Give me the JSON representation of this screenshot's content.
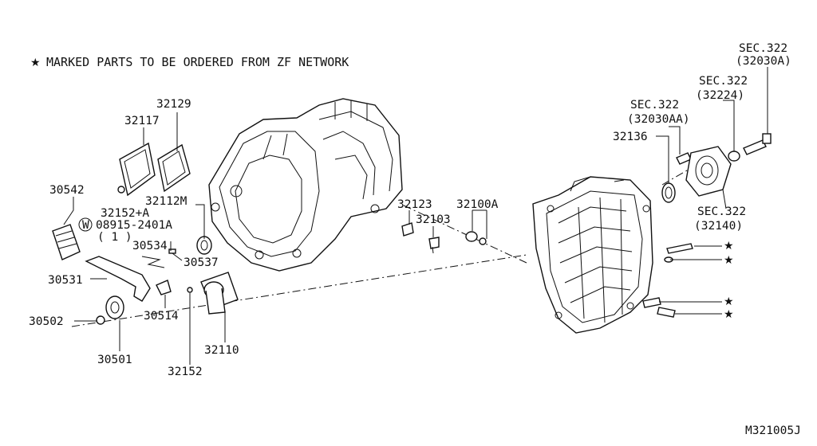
{
  "note": {
    "star": "★",
    "text": "MARKED PARTS TO BE ORDERED FROM ZF NETWORK"
  },
  "figure_id": "M321005J",
  "labels": {
    "p32129": "32129",
    "p32117": "32117",
    "p30542": "30542",
    "p32112m": "32112M",
    "p32152a": "32152+A",
    "w_circle": "W",
    "p08915": "08915-2401A",
    "qty": "( 1 )",
    "p30534": "30534",
    "p30537": "30537",
    "p30531": "30531",
    "p30502": "30502",
    "p30514": "30514",
    "p30501": "30501",
    "p32110": "32110",
    "p32152": "32152",
    "p32123": "32123",
    "p32103": "32103",
    "p32100a": "32100A",
    "p32136": "32136",
    "sec1": "SEC.322",
    "sec1_ref": "(32030AA)",
    "sec2": "SEC.322",
    "sec2_ref": "(32224)",
    "sec3": "SEC.322",
    "sec3_ref": "(32030A)",
    "sec4": "SEC.322",
    "sec4_ref": "(32140)"
  },
  "stars": [
    "★",
    "★",
    "★",
    "★"
  ]
}
